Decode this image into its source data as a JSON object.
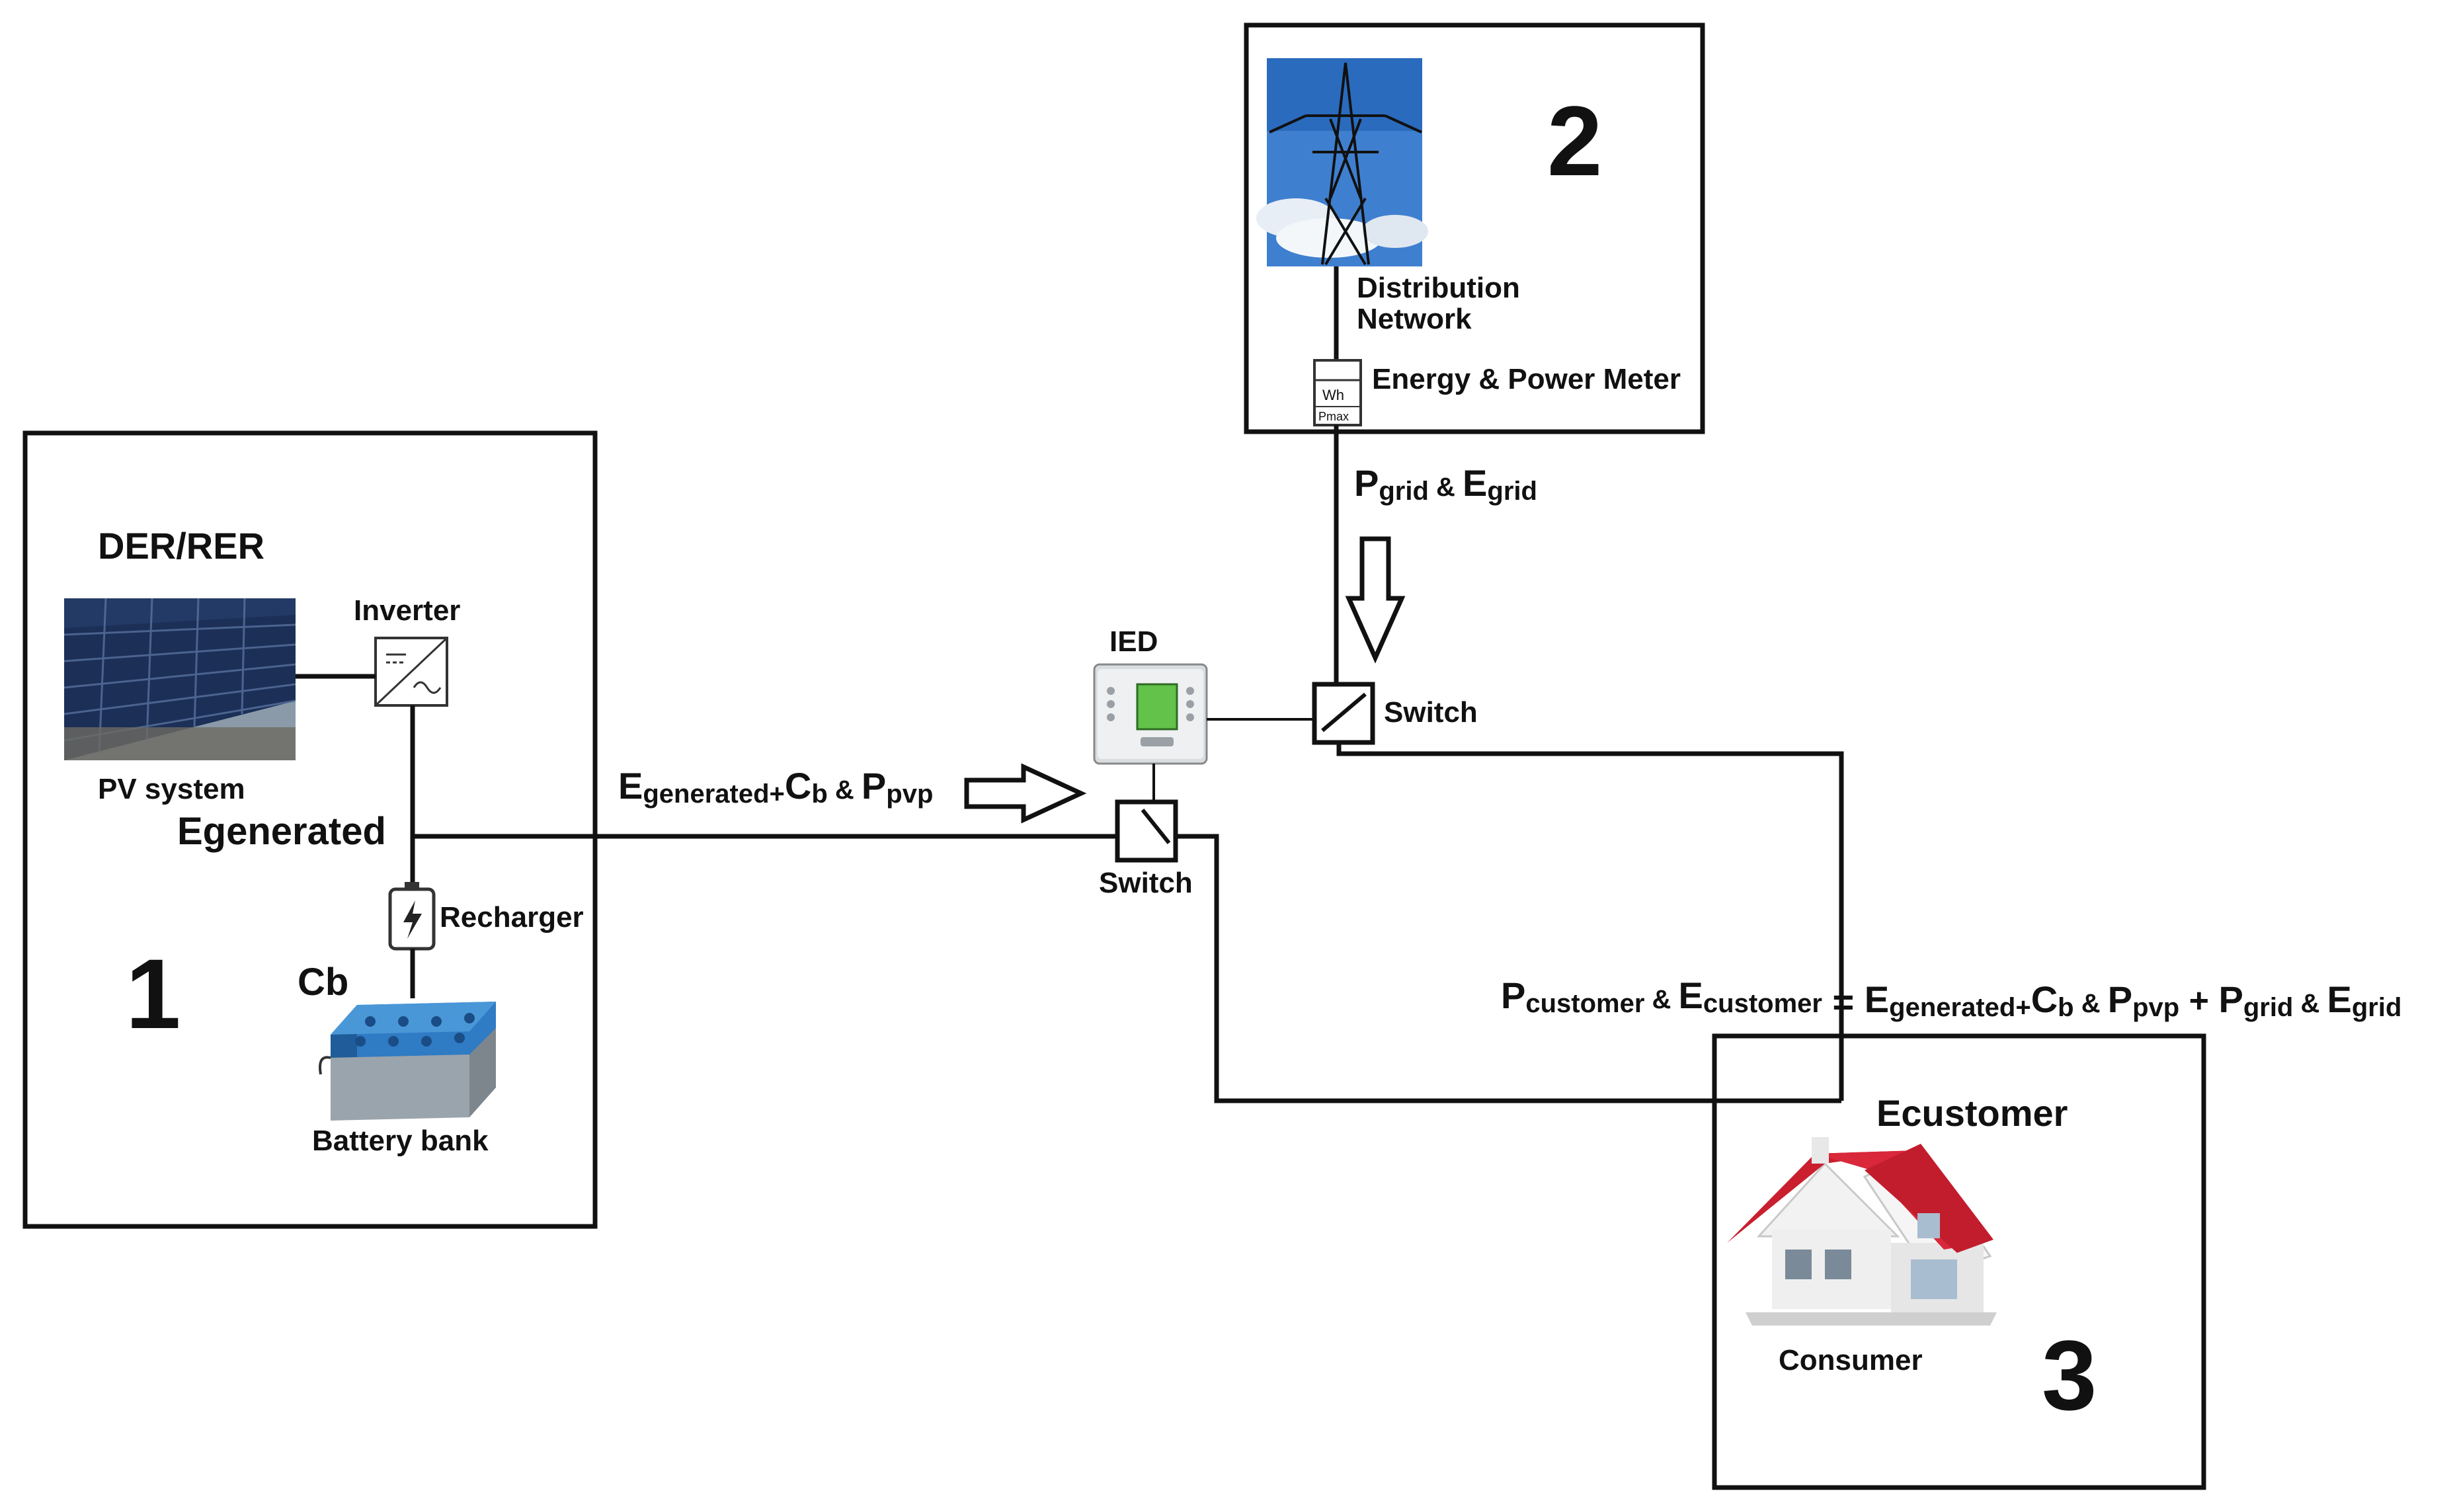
{
  "section1": {
    "number": "1",
    "title": "DER/RER",
    "pv_label": "PV system",
    "inverter_label": "Inverter",
    "egenerated_label": "Egenerated",
    "recharger_label": "Recharger",
    "cb_label": "Cb",
    "battery_label": "Battery bank"
  },
  "section2": {
    "number": "2",
    "network_label_line1": "Distribution",
    "network_label_line2": "Network",
    "meter_label": "Energy & Power Meter",
    "meter_wh": "Wh",
    "meter_pmax": "Pmax"
  },
  "section3": {
    "number": "3",
    "title": "Ecustomer",
    "consumer_label": "Consumer"
  },
  "ied_label": "IED",
  "switch_top_label": "Switch",
  "switch_bottom_label": "Switch",
  "flow_generated": {
    "E": "E",
    "E_sub": "generated",
    "plus": "+",
    "C": "C",
    "C_sub": "b",
    "amp": " & ",
    "P": "P",
    "P_sub": "pvp"
  },
  "flow_grid": {
    "P": "P",
    "P_sub": "grid",
    "amp": " & ",
    "E": "E",
    "E_sub": "grid"
  },
  "equation": {
    "P": "P",
    "P_sub": "customer",
    "amp1": " & ",
    "E": "E",
    "E_sub": "customer",
    "eq": " = ",
    "E2": "E",
    "E2_sub": "generated",
    "plus1": "+",
    "C": "C",
    "C_sub": "b",
    "amp2": " & ",
    "P2": "P",
    "P2_sub": "pvp",
    "plus2": " + ",
    "P3": "P",
    "P3_sub": "grid",
    "amp3": " & ",
    "E3": "E",
    "E3_sub": "grid"
  }
}
